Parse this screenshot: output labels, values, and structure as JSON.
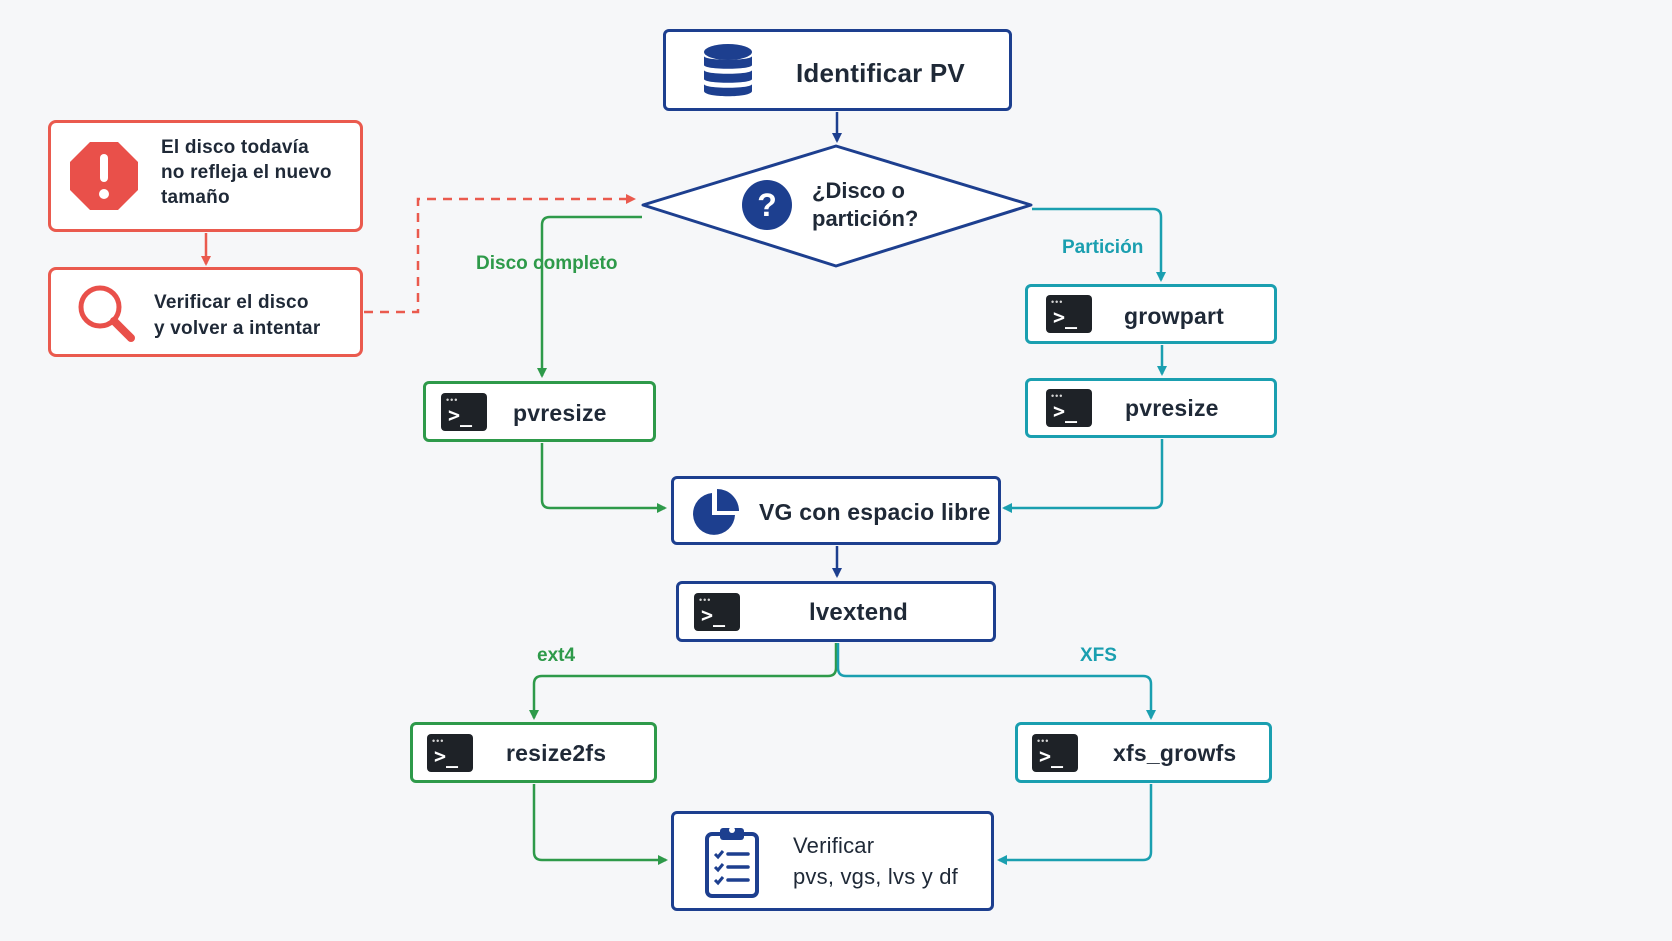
{
  "colors": {
    "blue": "#1d3f8f",
    "green": "#2e9a4a",
    "teal": "#1a9fb0",
    "red": "#ea5a4e",
    "terminal": "#1e2227"
  },
  "nodes": {
    "identify_pv": {
      "label": "Identificar PV",
      "icon": "database-icon"
    },
    "decision": {
      "label": "¿Disco o\npartición?",
      "icon": "question-icon"
    },
    "error": {
      "label": "El disco todavía\nno refleja el nuevo\ntamaño",
      "icon": "stop-alert-icon"
    },
    "retry": {
      "label": "Verificar el disco\ny volver a intentar",
      "icon": "magnifier-icon"
    },
    "pvresize_disk": {
      "label": "pvresize",
      "icon": "terminal-icon"
    },
    "growpart": {
      "label": "growpart",
      "icon": "terminal-icon"
    },
    "pvresize_part": {
      "label": "pvresize",
      "icon": "terminal-icon"
    },
    "vg_free": {
      "label": "VG con espacio libre",
      "icon": "pie-chart-icon"
    },
    "lvextend": {
      "label": "lvextend",
      "icon": "terminal-icon"
    },
    "resize2fs": {
      "label": "resize2fs",
      "icon": "terminal-icon"
    },
    "xfs_growfs": {
      "label": "xfs_growfs",
      "icon": "terminal-icon"
    },
    "verify": {
      "label": "Verificar\npvs, vgs, lvs y df",
      "icon": "clipboard-checklist-icon"
    }
  },
  "edge_labels": {
    "disk": "Disco completo",
    "partition": "Partición",
    "ext4": "ext4",
    "xfs": "XFS"
  }
}
